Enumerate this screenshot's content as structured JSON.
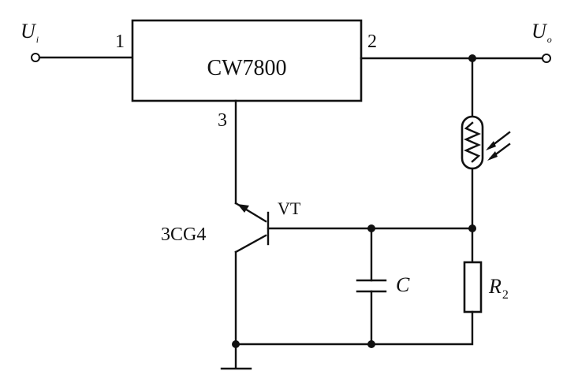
{
  "regulator": {
    "label": "CW7800",
    "pin_input": "1",
    "pin_output": "2",
    "pin_common": "3"
  },
  "terminals": {
    "input_symbol": "U",
    "input_subscript": "i",
    "output_symbol": "U",
    "output_subscript": "o"
  },
  "transistor": {
    "model": "3CG4",
    "designator": "VT"
  },
  "capacitor": {
    "label": "C"
  },
  "resistor": {
    "symbol": "R",
    "subscript": "2"
  },
  "colors": {
    "ink": "#111111",
    "background": "#ffffff"
  }
}
